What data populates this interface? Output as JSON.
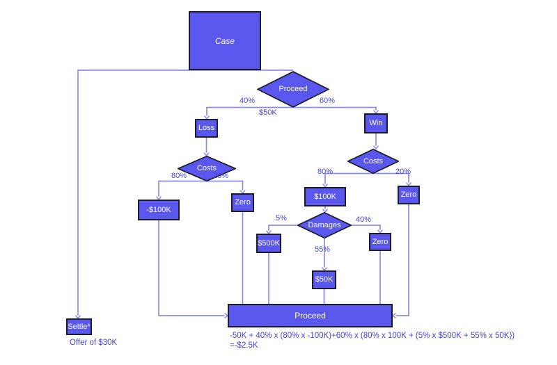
{
  "nodes": {
    "case": "Case",
    "proceed_decision": "Proceed",
    "loss": "Loss",
    "win": "Win",
    "costs_loss": "Costs",
    "costs_win": "Costs",
    "loss_costs_neg100k": "-$100K",
    "loss_costs_zero": "Zero",
    "win_costs_100k": "$100K",
    "win_costs_zero": "Zero",
    "damages": "Damages",
    "damages_500k": "$500K",
    "damages_zero": "Zero",
    "damages_50k": "$50K",
    "proceed_outcome": "Proceed",
    "settle": "Settle*"
  },
  "edge_labels": {
    "proceed_loss_pct": "40%",
    "proceed_win_pct": "60%",
    "proceed_value": "$50K",
    "loss_costs_pct_high": "80%",
    "loss_costs_pct_low": "20%",
    "win_costs_pct_high": "80%",
    "win_costs_pct_low": "20%",
    "damages_pct_500k": "5%",
    "damages_pct_zero": "40%",
    "damages_pct_50k": "55%"
  },
  "annotations": {
    "settle_offer": "Offer of $30K",
    "formula_line1": "-50K + 40% x (80% x -100K)+60% x (80% x 100K + (5% x $500K + 55% x 50K))",
    "formula_line2": "=-$2.5K"
  },
  "colors": {
    "node_fill": "#5a57ee",
    "node_border": "#1c1c28",
    "connector": "#8c8ce8",
    "label_text": "#4444dd",
    "node_text": "#ffffff",
    "background": "#ffffff"
  }
}
